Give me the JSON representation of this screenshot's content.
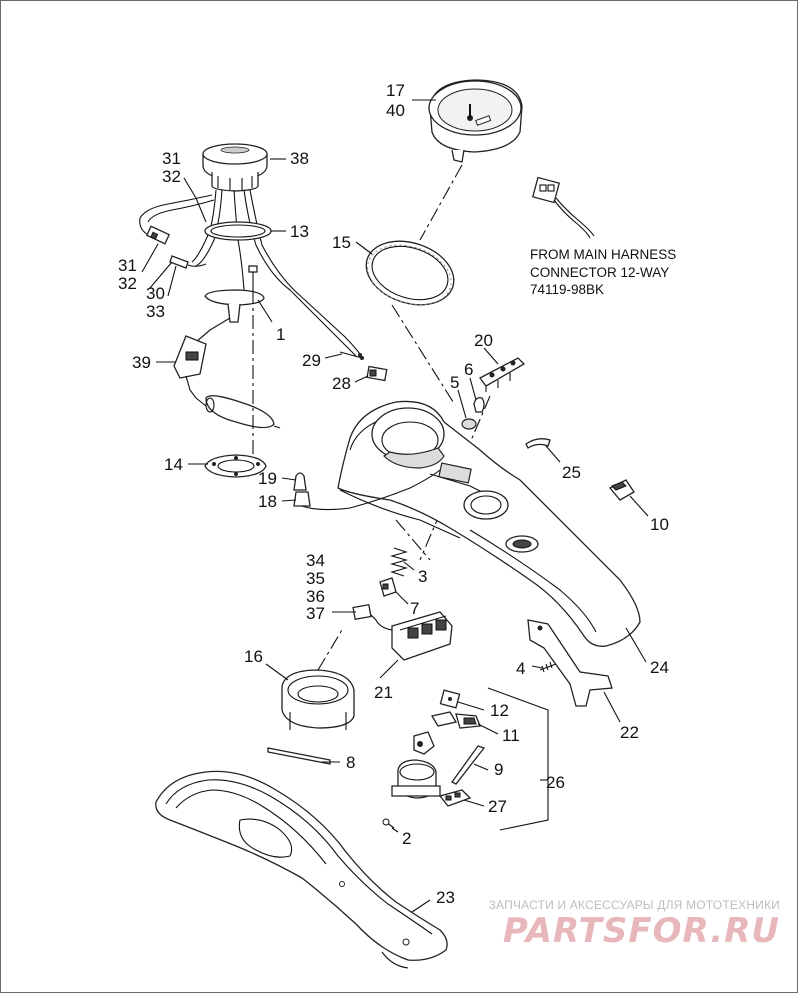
{
  "diagram": {
    "callouts": [
      {
        "id": "c17",
        "text": "17"
      },
      {
        "id": "c40",
        "text": "40"
      },
      {
        "id": "c31a",
        "text": "31"
      },
      {
        "id": "c32a",
        "text": "32"
      },
      {
        "id": "c38",
        "text": "38"
      },
      {
        "id": "c13",
        "text": "13"
      },
      {
        "id": "c15",
        "text": "15"
      },
      {
        "id": "c31b",
        "text": "31"
      },
      {
        "id": "c32b",
        "text": "32"
      },
      {
        "id": "c30",
        "text": "30"
      },
      {
        "id": "c33",
        "text": "33"
      },
      {
        "id": "c1",
        "text": "1"
      },
      {
        "id": "c39",
        "text": "39"
      },
      {
        "id": "c29",
        "text": "29"
      },
      {
        "id": "c28",
        "text": "28"
      },
      {
        "id": "c20",
        "text": "20"
      },
      {
        "id": "c5",
        "text": "5"
      },
      {
        "id": "c6",
        "text": "6"
      },
      {
        "id": "c14",
        "text": "14"
      },
      {
        "id": "c19",
        "text": "19"
      },
      {
        "id": "c18",
        "text": "18"
      },
      {
        "id": "c25",
        "text": "25"
      },
      {
        "id": "c10",
        "text": "10"
      },
      {
        "id": "c34",
        "text": "34"
      },
      {
        "id": "c35",
        "text": "35"
      },
      {
        "id": "c36",
        "text": "36"
      },
      {
        "id": "c37",
        "text": "37"
      },
      {
        "id": "c3",
        "text": "3"
      },
      {
        "id": "c7",
        "text": "7"
      },
      {
        "id": "c16",
        "text": "16"
      },
      {
        "id": "c21",
        "text": "21"
      },
      {
        "id": "c24",
        "text": "24"
      },
      {
        "id": "c4",
        "text": "4"
      },
      {
        "id": "c22",
        "text": "22"
      },
      {
        "id": "c12",
        "text": "12"
      },
      {
        "id": "c11",
        "text": "11"
      },
      {
        "id": "c9",
        "text": "9"
      },
      {
        "id": "c26",
        "text": "26"
      },
      {
        "id": "c8",
        "text": "8"
      },
      {
        "id": "c27",
        "text": "27"
      },
      {
        "id": "c2",
        "text": "2"
      },
      {
        "id": "c23",
        "text": "23"
      }
    ],
    "note": {
      "line1": "FROM MAIN HARNESS",
      "line2": "CONNECTOR 12-WAY",
      "line3": "74119-98BK"
    }
  },
  "watermark": {
    "caption": "ЗАПЧАСТИ И АКСЕССУАРЫ ДЛЯ МОТОТЕХНИКИ",
    "logo": "PARTSFOR.RU"
  },
  "colors": {
    "line": "#111111",
    "watermark_logo": "#e8b7bb",
    "watermark_caption": "#bdbdbd"
  }
}
